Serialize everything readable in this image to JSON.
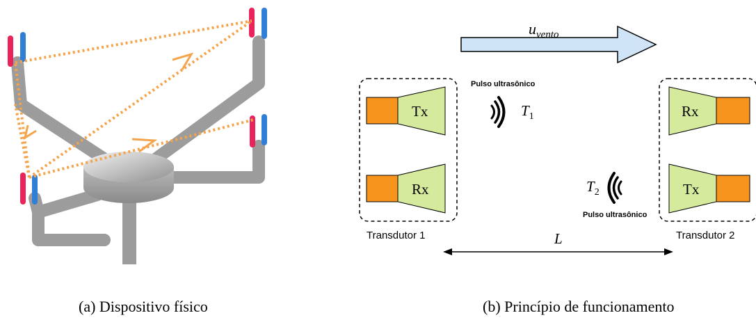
{
  "panel_a": {
    "caption": "(a) Dispositivo físico"
  },
  "panel_b": {
    "caption": "(b) Princípio de funcionamento",
    "wind_label_base": "u",
    "wind_label_sub": "vento",
    "pulse_label_top": "Pulso ultrasônico",
    "pulse_label_bottom": "Pulso ultrasônico",
    "t1_base": "T",
    "t1_sub": "1",
    "t2_base": "T",
    "t2_sub": "2",
    "transducer1_label": "Transdutor 1",
    "transducer2_label": "Transdutor 2",
    "transducer1_top": "Tx",
    "transducer1_bottom": "Rx",
    "transducer2_top": "Rx",
    "transducer2_bottom": "Tx",
    "distance_label": "L"
  },
  "colors": {
    "orange": "#f7941d",
    "green": "#d6ea9e",
    "arrow_fill": "#cfe5f7",
    "stand_gray": "#9b9b9b",
    "red_tip": "#e8245a",
    "blue_tip": "#2f7fd6",
    "dotted_orange": "#f4a44a"
  }
}
